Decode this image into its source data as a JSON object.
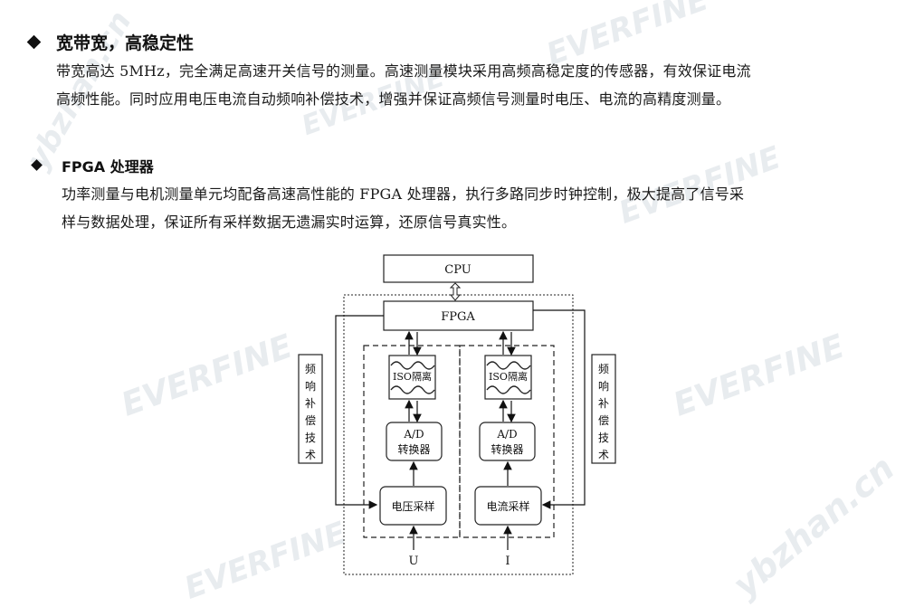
{
  "sections": [
    {
      "heading": "宽带宽，高稳定性",
      "lines": [
        "带宽高达 5MHz，完全满足高速开关信号的测量。高速测量模块采用高频高稳定度的传感器，有效保证电流",
        "高频性能。同时应用电压电流自动频响补偿技术，增强并保证高频信号测量时电压、电流的高精度测量。"
      ]
    },
    {
      "heading": "FPGA 处理器",
      "lines": [
        "功率测量与电机测量单元均配备高速高性能的 FPGA 处理器，执行多路同步时钟控制，极大提高了信号采",
        "样与数据处理，保证所有采样数据无遗漏实时运算，还原信号真实性。"
      ]
    }
  ],
  "diagram": {
    "cpu": "CPU",
    "fpga": "FPGA",
    "left_side": [
      "频",
      "响",
      "补",
      "偿",
      "技",
      "术"
    ],
    "right_side": [
      "频",
      "响",
      "补",
      "偿",
      "技",
      "术"
    ],
    "iso_label": "ISO隔离",
    "ad_line1": "A/D",
    "ad_line2": "转换器",
    "voltage_sampling": "电压采样",
    "current_sampling": "电流采样",
    "input_u": "U",
    "input_i": "I"
  },
  "watermarks": [
    "EVERFINE",
    "EVERFINE",
    "EVERFINE",
    "EVERFINE",
    "EVERFINE",
    "EVERFINE",
    "ybzhan.cn",
    "ybzhan.cn"
  ]
}
